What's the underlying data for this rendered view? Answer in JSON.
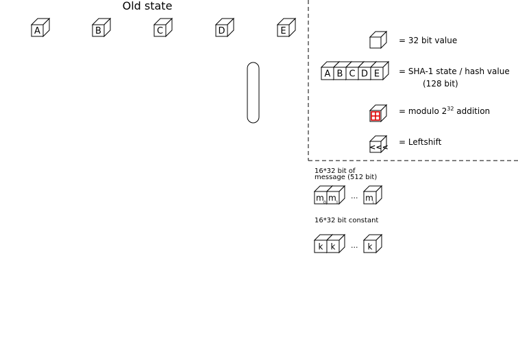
{
  "diagram": {
    "title": "Old state",
    "state_boxes": [
      "A",
      "B",
      "C",
      "D",
      "E"
    ],
    "legend": {
      "value_label": "= 32 bit value",
      "state_letters": [
        "A",
        "B",
        "C",
        "D",
        "E"
      ],
      "state_label": "= SHA-1 state / hash value",
      "state_sublabel": "(128 bit)",
      "add_label_pre": "= modulo 2",
      "add_label_sup": "32",
      "add_label_post": " addition",
      "shift_glyph": "<<<",
      "shift_label": "= Leftshift"
    },
    "message": {
      "label_line1": "16*32 bit of",
      "label_line2": "message (512 bit)",
      "boxes": [
        "m",
        "m",
        "m"
      ],
      "subs": [
        "0",
        "1",
        "i"
      ],
      "ellipsis": "..."
    },
    "constant": {
      "label": "16*32 bit constant",
      "boxes": [
        "k",
        "k",
        "k"
      ],
      "ellipsis": "..."
    },
    "colors": {
      "stroke": "#000000",
      "accent": "#e00000"
    }
  }
}
